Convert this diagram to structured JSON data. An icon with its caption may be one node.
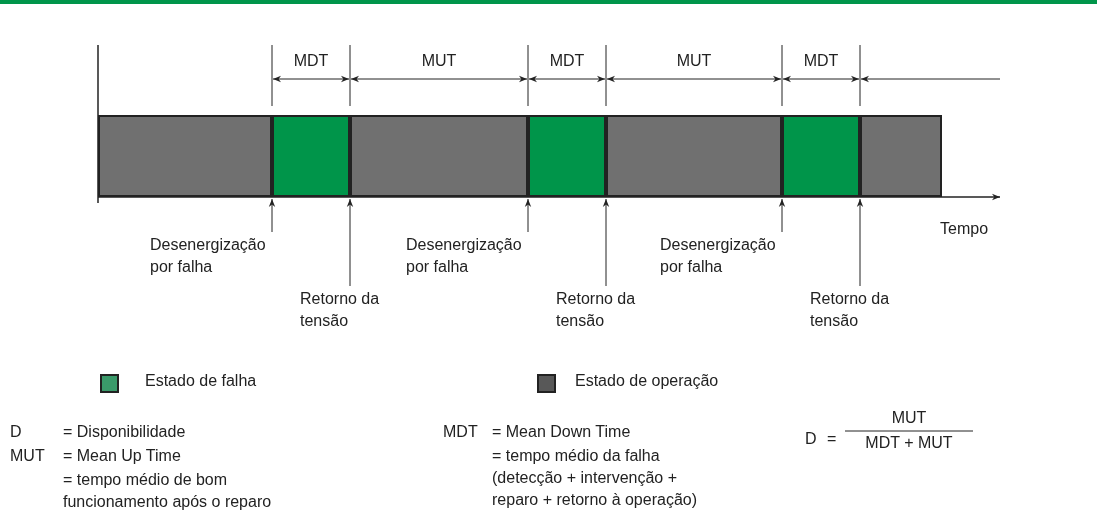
{
  "diagram": {
    "nodes": [
      {
        "text": [],
        "shape": "bar"
      },
      {
        "text": [],
        "shape": "bar"
      },
      {
        "text": [],
        "shape": "bar"
      },
      {
        "text": [],
        "shape": "bar"
      },
      {
        "text": [],
        "shape": "bar"
      },
      {
        "text": [],
        "shape": "bar"
      },
      {
        "text": [],
        "shape": "bar"
      },
      {
        "text": [
          "Desenergização por falha"
        ]
      },
      {
        "text": [
          "Retorno da tensão"
        ]
      },
      {
        "text": [
          "Desenergização por falha"
        ]
      },
      {
        "text": [
          "Retorno da tensão"
        ]
      },
      {
        "text": [
          "Desenergização por falha"
        ]
      },
      {
        "text": [
          "Retorno da tensão"
        ]
      }
    ],
    "edges": [
      {
        "from": 7,
        "to": 1,
        "arrow": "to"
      },
      {
        "from": 8,
        "to": 1,
        "arrow": "to"
      },
      {
        "from": 9,
        "to": 3,
        "arrow": "to"
      },
      {
        "from": 10,
        "to": 3,
        "arrow": "to"
      },
      {
        "from": 11,
        "to": 5,
        "arrow": "to"
      },
      {
        "from": 12,
        "to": 5,
        "arrow": "to"
      }
    ],
    "labels": [
      "MDT",
      "MUT",
      "MDT",
      "MUT",
      "MDT",
      "Tempo",
      "D",
      "= Disponibilidade",
      "MUT",
      "= Mean Up Time",
      "= tempo médio de bom funcionamento após o reparo",
      "MDT",
      "= Mean Down Time",
      "= tempo médio da falha (detecção + intervenção + reparo + retorno à operação)",
      "D",
      "=",
      "MUT",
      "MDT + MUT"
    ],
    "legend": [
      {
        "text": "Estado de falha",
        "color": "#3a9a6a"
      },
      {
        "text": "Estado de operação",
        "color": "#585858"
      }
    ]
  }
}
